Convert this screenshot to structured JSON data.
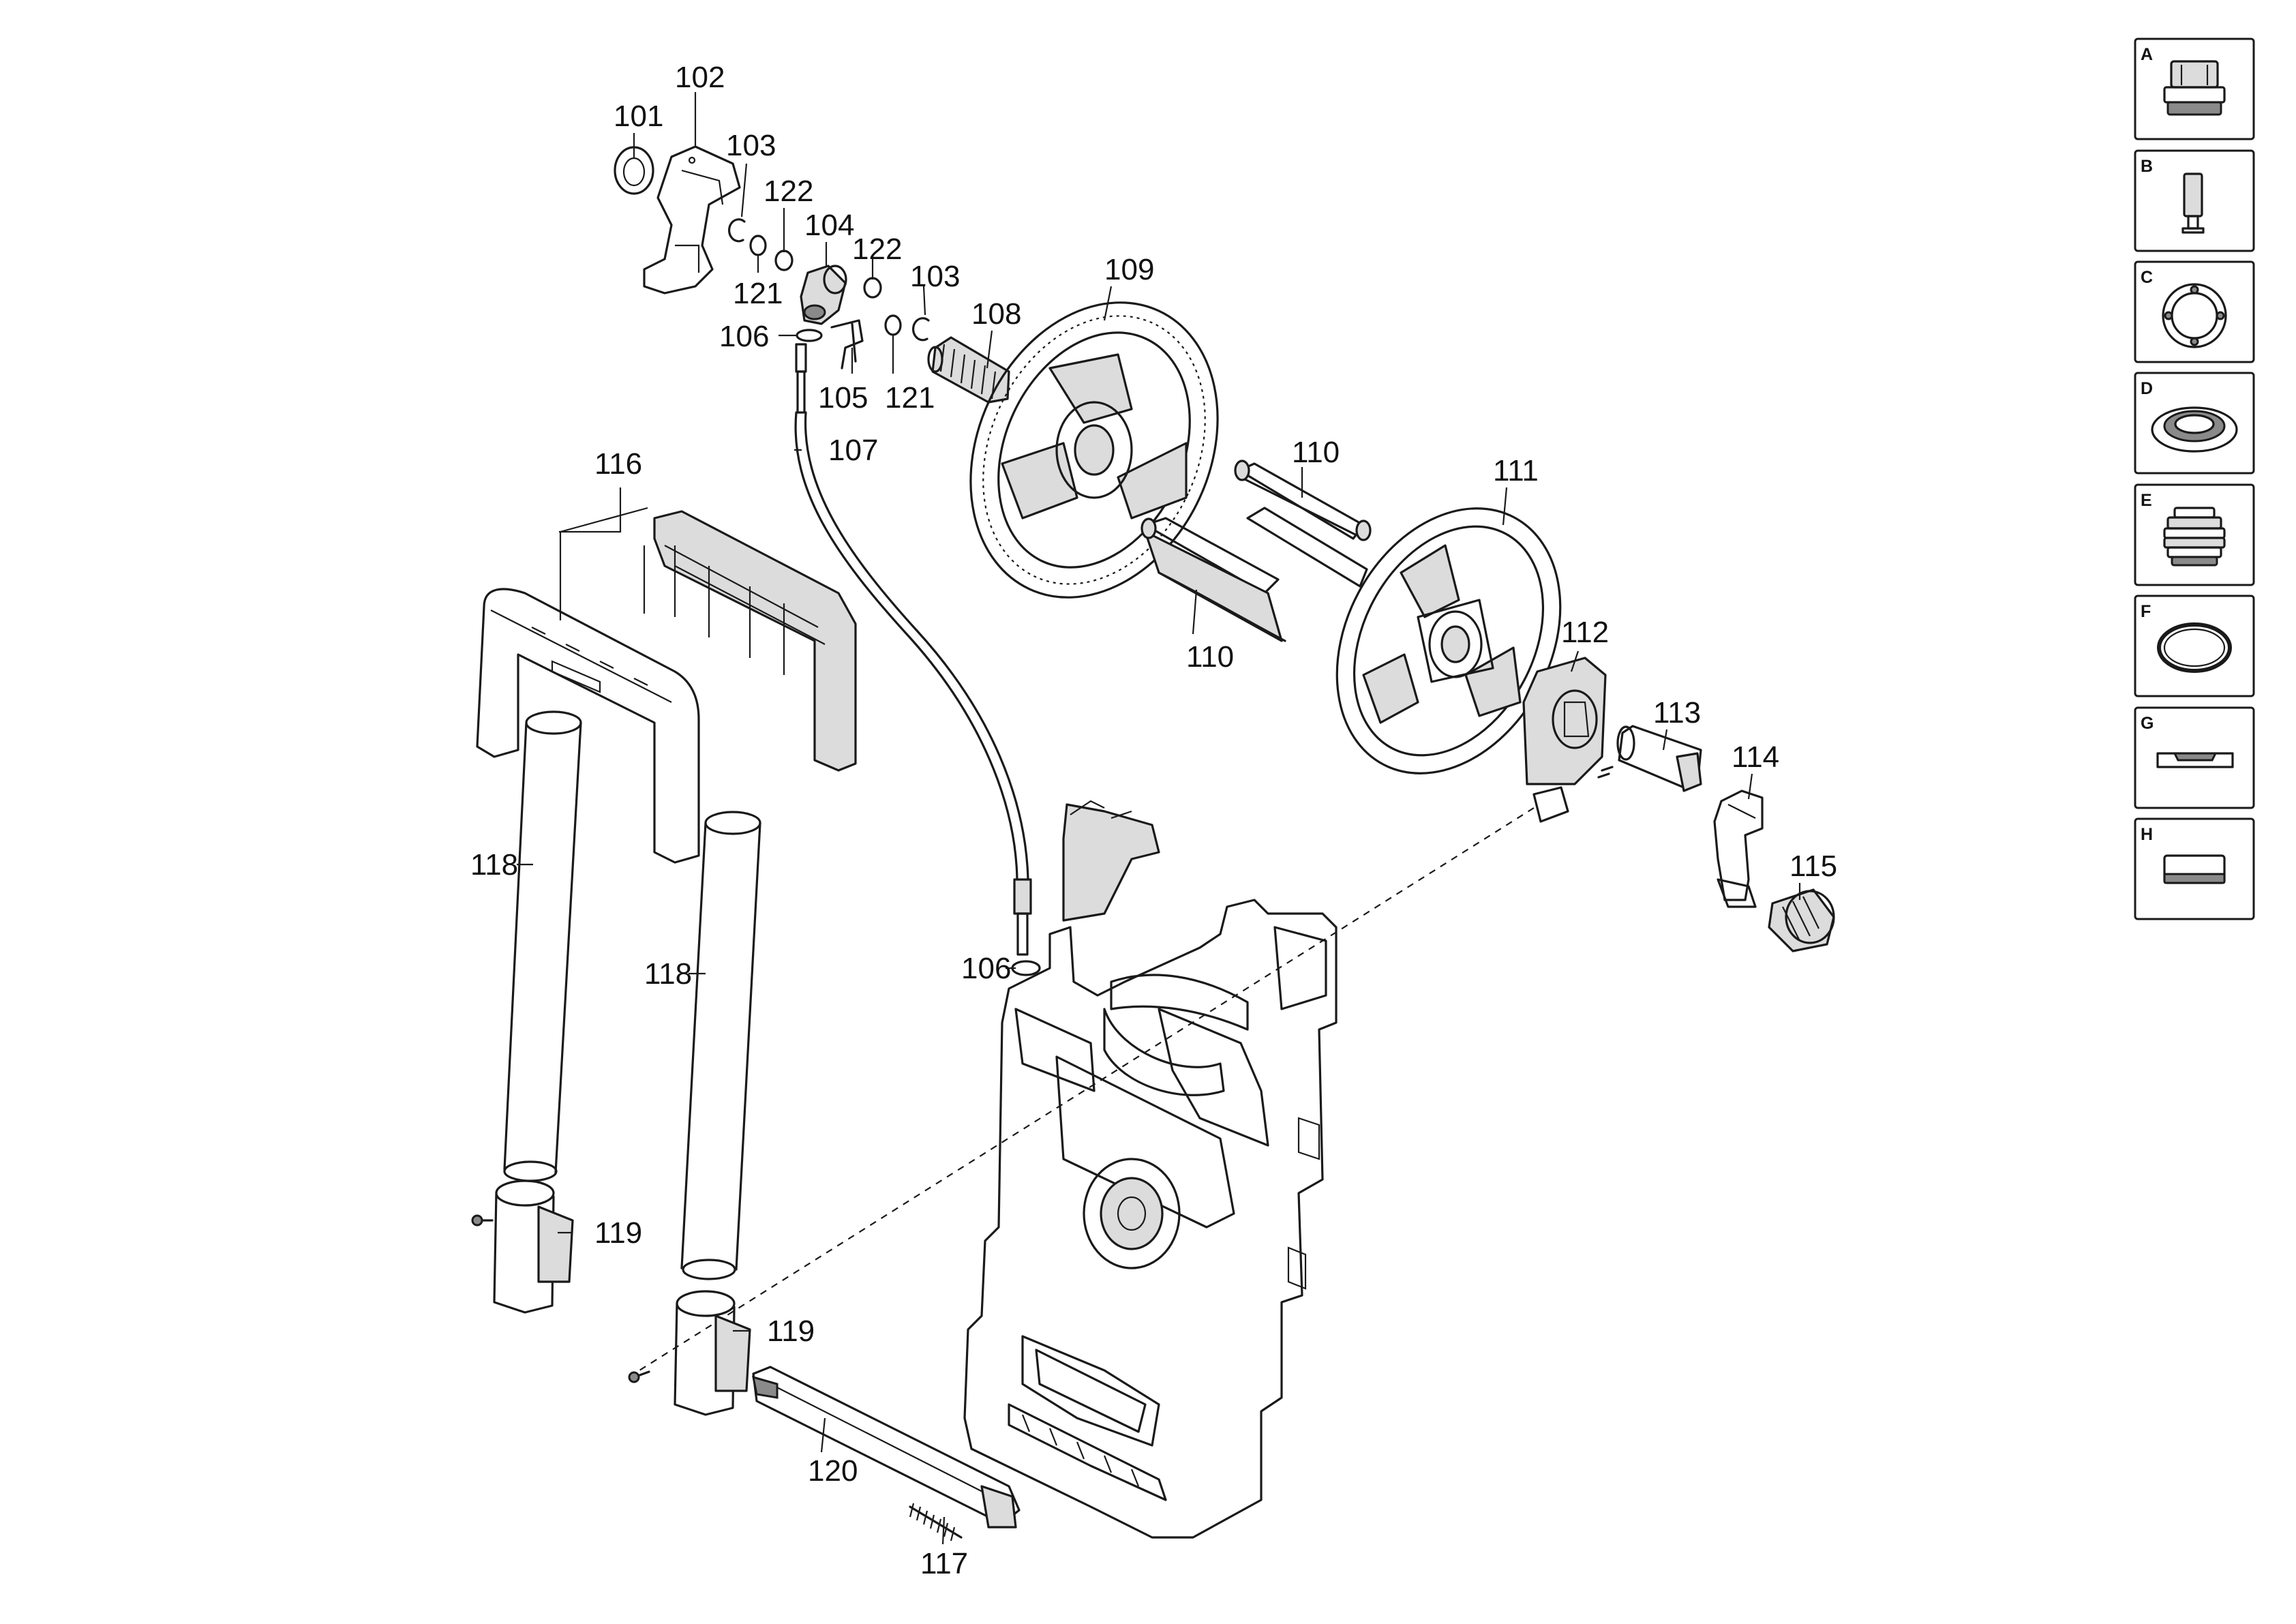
{
  "callouts": {
    "c101": "101",
    "c102": "102",
    "c103a": "103",
    "c103b": "103",
    "c104": "104",
    "c105": "105",
    "c106a": "106",
    "c106b": "106",
    "c107": "107",
    "c108": "108",
    "c109": "109",
    "c110a": "110",
    "c110b": "110",
    "c111": "111",
    "c112": "112",
    "c113": "113",
    "c114": "114",
    "c115": "115",
    "c116": "116",
    "c117": "117",
    "c118a": "118",
    "c118b": "118",
    "c119a": "119",
    "c119b": "119",
    "c120": "120",
    "c121a": "121",
    "c121b": "121",
    "c122a": "122",
    "c122b": "122"
  },
  "legend": [
    {
      "letter": "A",
      "icon": "coupler-icon"
    },
    {
      "letter": "B",
      "icon": "pin-icon"
    },
    {
      "letter": "C",
      "icon": "flange-ring-icon"
    },
    {
      "letter": "D",
      "icon": "seal-ring-icon"
    },
    {
      "letter": "E",
      "icon": "threaded-fitting-icon"
    },
    {
      "letter": "F",
      "icon": "o-ring-icon"
    },
    {
      "letter": "G",
      "icon": "flat-gasket-icon"
    },
    {
      "letter": "H",
      "icon": "block-gasket-icon"
    }
  ]
}
